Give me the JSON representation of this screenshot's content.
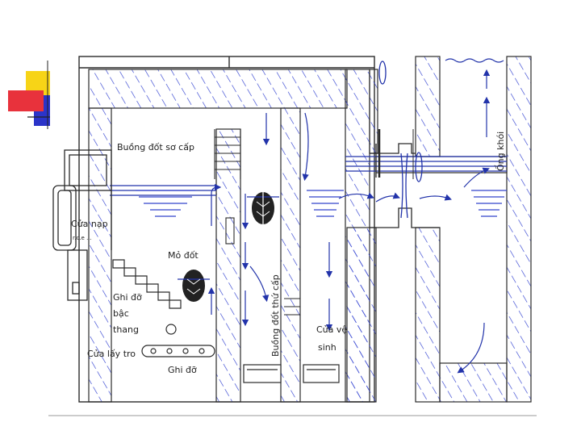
{
  "diagram": {
    "labels": {
      "primary_chamber": "Buồng đốt sơ cấp",
      "secondary_chamber": "Buồng đốt thứ cấp",
      "chimney": "Ống khói",
      "feed_door": "Cửa nạp",
      "feed_door_sub": "r.c.e ...",
      "burner": "Mỏ đốt",
      "step_grate_1": "Ghi đỡ",
      "step_grate_2": "bậc",
      "step_grate_3": "thang",
      "ash_door": "Cửa lấy tro",
      "grate": "Ghi đỡ",
      "cleaning_door_1": "Cửa vệ",
      "cleaning_door_2": "sinh"
    },
    "colors": {
      "wall": "#2a2a2a",
      "hatch": "#2f3fd0",
      "flow": "#2233aa",
      "brick": "#3344cc",
      "deco_yellow": "#f7d417",
      "deco_red": "#e8323c",
      "deco_blue": "#2b34c9"
    }
  }
}
